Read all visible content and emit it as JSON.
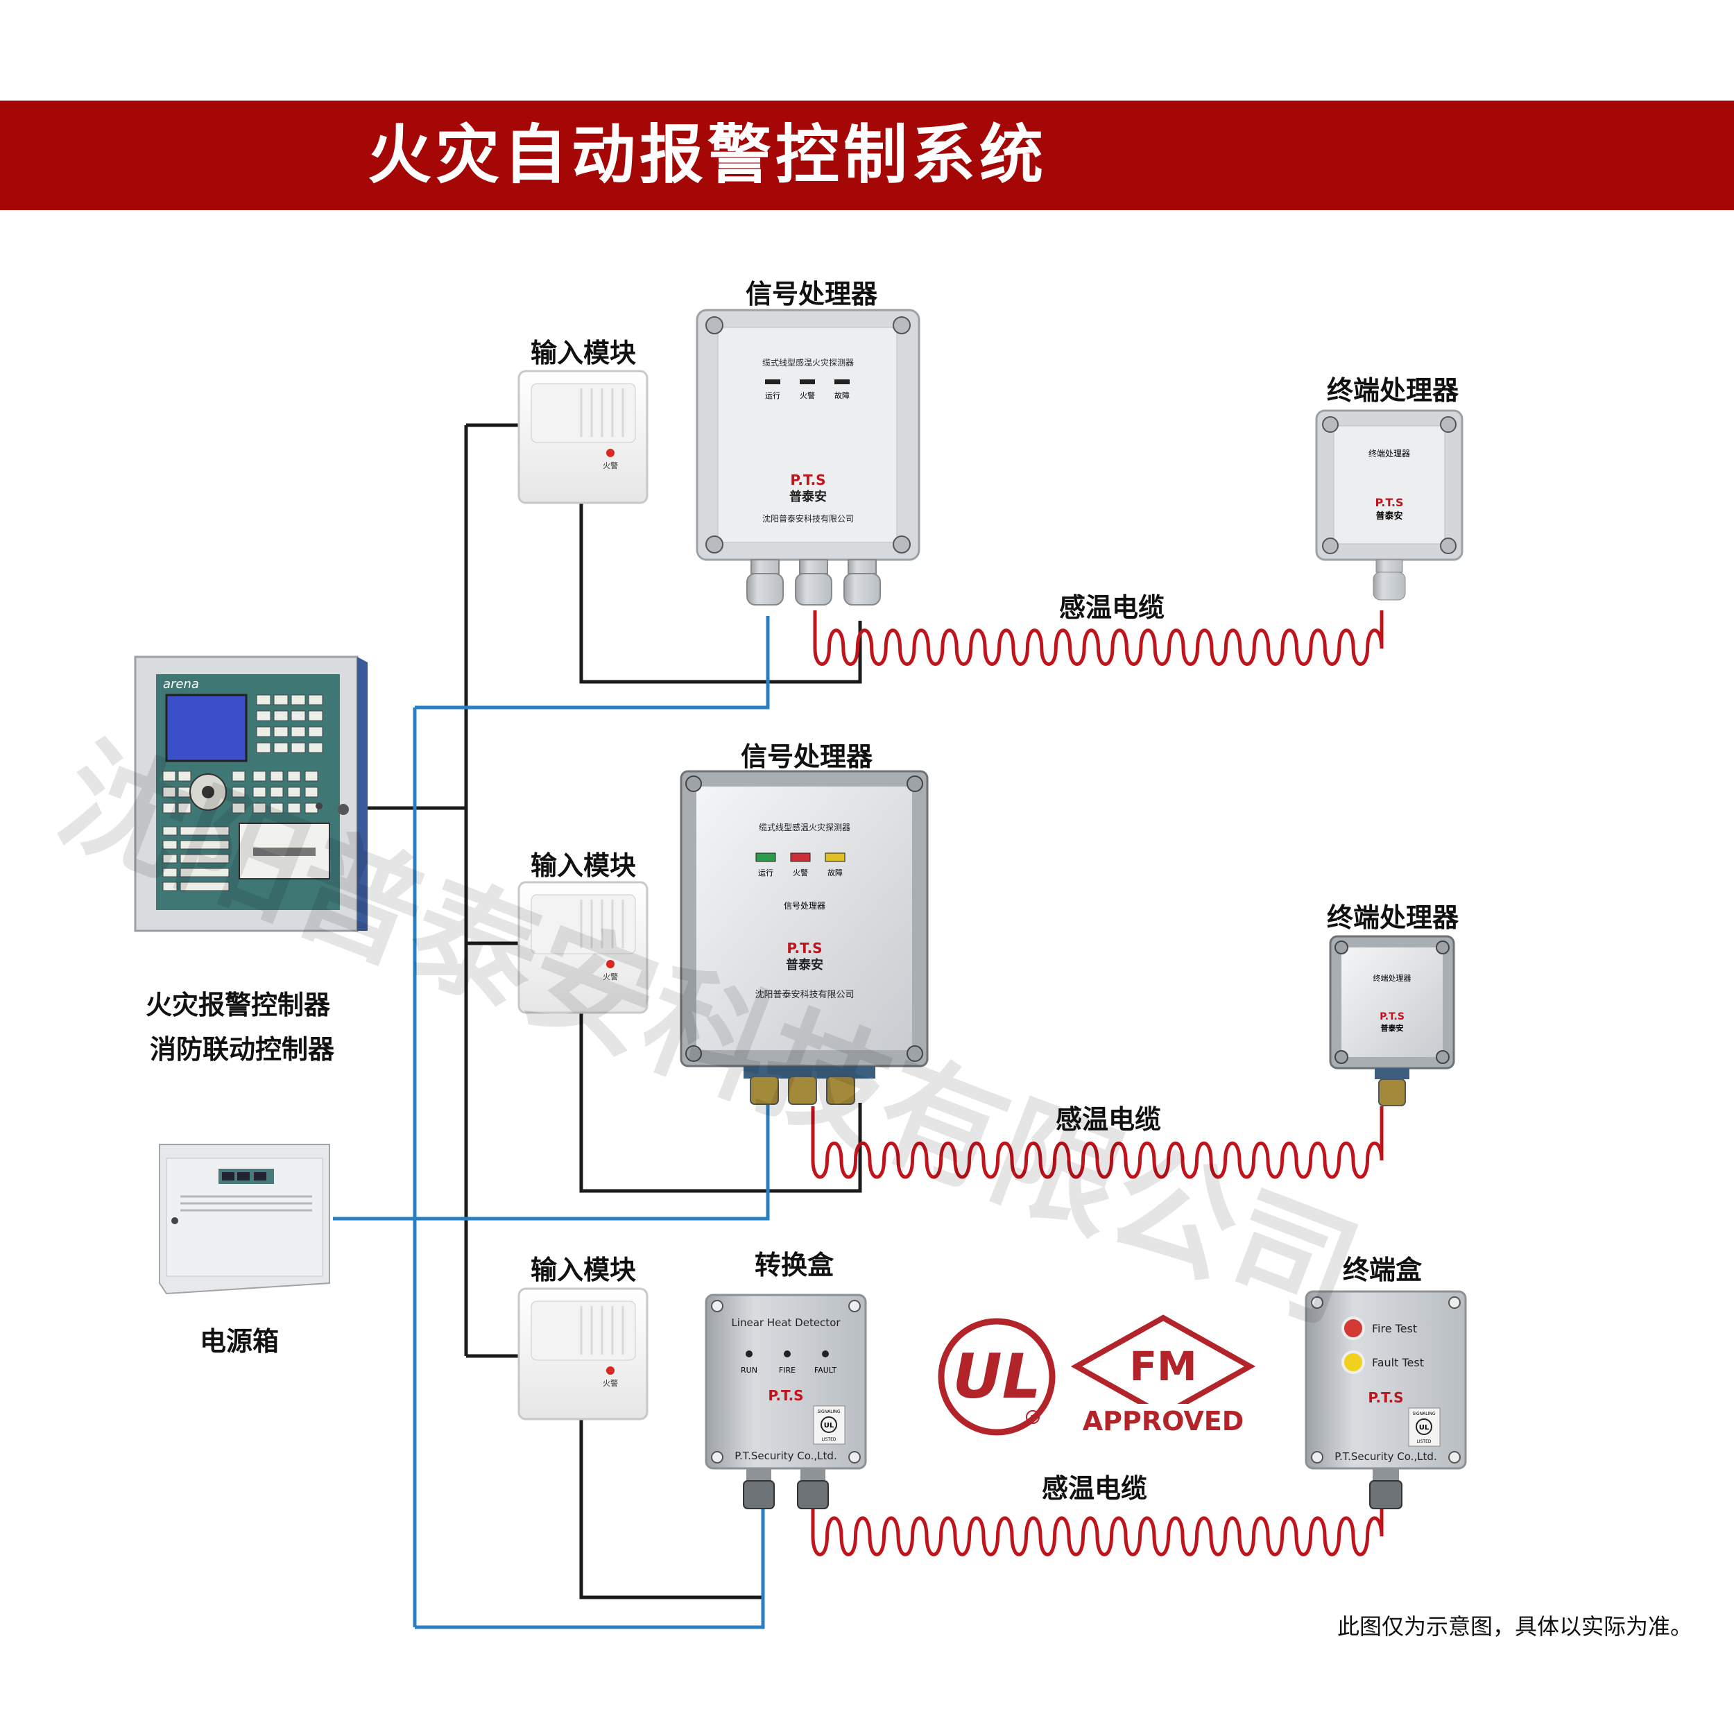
{
  "header": {
    "title": "火灾自动报警控制系统"
  },
  "watermark": "沈阳普泰安科技有限公司",
  "labels": {
    "signal_processor_1": "信号处理器",
    "signal_processor_2": "信号处理器",
    "input_module_1": "输入模块",
    "input_module_2": "输入模块",
    "input_module_3": "输入模块",
    "terminal_processor_1": "终端处理器",
    "terminal_processor_2": "终端处理器",
    "converter_box": "转换盒",
    "terminal_box": "终端盒",
    "cable_1": "感温电缆",
    "cable_2": "感温电缆",
    "cable_3": "感温电缆",
    "controller_line1": "火灾报警控制器",
    "controller_line2": "消防联动控制器",
    "power_box": "电源箱"
  },
  "devices": {
    "processor_top_caption": "缆式线型感温火灾探测器",
    "processor_leds": [
      "运行",
      "火警",
      "故障"
    ],
    "processor_sub": "信号处理器",
    "brand": "P.T.S",
    "brand_cn": "普泰安",
    "company": "沈阳普泰安科技有限公司",
    "terminal_caption": "终端处理器",
    "input_module_led": "火警",
    "controller_brand": "arena",
    "converter_title": "Linear Heat Detector",
    "converter_leds": [
      "RUN",
      "FIRE",
      "FAULT"
    ],
    "company_en": "P.T.Security Co.,Ltd.",
    "terminal_box_buttons": [
      "Fire Test",
      "Fault Test"
    ],
    "ul_mark": "UL",
    "fm_mark": "FM",
    "fm_approved": "APPROVED",
    "ul_small": [
      "SIGNALING",
      "LISTED"
    ]
  },
  "footer": {
    "note": "此图仅为示意图，具体以实际为准。"
  },
  "colors": {
    "banner": "#a50606",
    "cable": "#c0141c",
    "wire_blue": "#2a7fc0",
    "wire_black": "#1a1a1a",
    "mark": "#b3242a"
  }
}
